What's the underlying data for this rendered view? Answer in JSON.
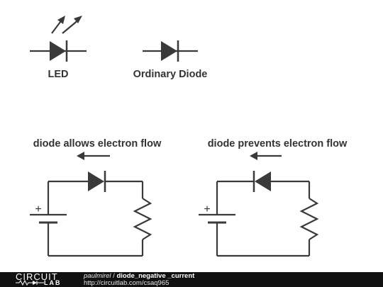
{
  "labels": {
    "led": "LED",
    "ordinary_diode": "Ordinary Diode",
    "allows": "diode allows electron flow",
    "prevents": "diode prevents electron flow",
    "plus_left": "+",
    "plus_right": "+"
  },
  "footer": {
    "logo_top": "CIRCUIT",
    "logo_bottom": "LAB",
    "author": "paulmirel",
    "separator": " / ",
    "title": "diode_negative _current",
    "url": "http://circuitlab.com/csaq965"
  },
  "colors": {
    "ink": "#3a3a3a",
    "label": "#333333",
    "footer_bg": "#111111"
  }
}
